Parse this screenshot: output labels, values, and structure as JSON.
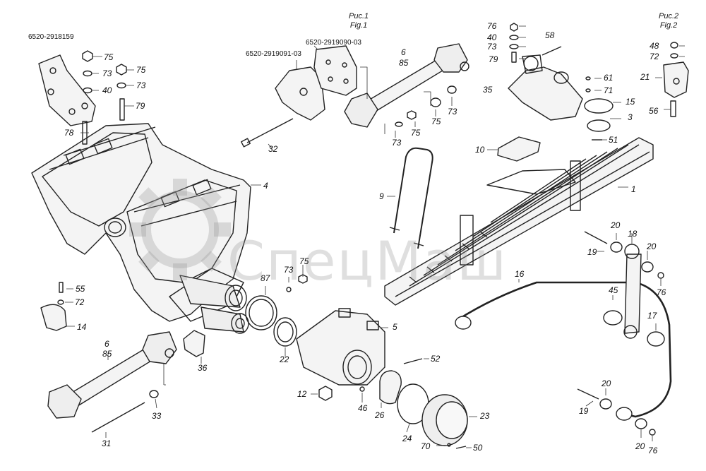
{
  "watermark": {
    "text": "СпецМаш",
    "logo_icon": "gear-logo-icon",
    "color": "#969696"
  },
  "figures": {
    "fig1_caption_ru": "Рис.1",
    "fig1_caption_en": "Fig.1",
    "fig2_caption_ru": "Рис.2",
    "fig2_caption_en": "Fig.2"
  },
  "part_numbers": {
    "a": "6520-2918159",
    "b": "6520-2919091-03",
    "c": "6520-2919090-03"
  },
  "callouts": {
    "c75a": "75",
    "c73a": "73",
    "c75b": "75",
    "c40a": "40",
    "c73b": "73",
    "c79a": "79",
    "c78": "78",
    "c4": "4",
    "c32": "32",
    "c6a": "6",
    "c85a": "85",
    "c73c": "73",
    "c75c": "75",
    "c75d": "75",
    "c73d": "73",
    "c76a": "76",
    "c40b": "40",
    "c73e": "73",
    "c79b": "79",
    "c58": "58",
    "c35": "35",
    "c61": "61",
    "c71": "71",
    "c15": "15",
    "c3": "3",
    "c51": "51",
    "c48": "48",
    "c72a": "72",
    "c21": "21",
    "c56": "56",
    "c10": "10",
    "c1": "1",
    "c9": "9",
    "c20a": "20",
    "c18": "18",
    "c19a": "19",
    "c20b": "20",
    "c76b": "76",
    "c45": "45",
    "c17": "17",
    "c16": "16",
    "c87": "87",
    "c73f": "73",
    "c75e": "75",
    "c55": "55",
    "c72b": "72",
    "c14": "14",
    "c6b": "6",
    "c85b": "85",
    "c33": "33",
    "c31": "31",
    "c36": "36",
    "c22": "22",
    "c5": "5",
    "c52": "52",
    "c12": "12",
    "c46": "46",
    "c26": "26",
    "c24": "24",
    "c23": "23",
    "c70": "70",
    "c50": "50",
    "c20c": "20",
    "c19b": "19",
    "c20d": "20",
    "c76c": "76"
  }
}
